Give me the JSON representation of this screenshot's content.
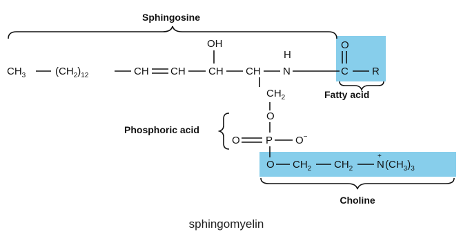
{
  "labels": {
    "sphingosine": "Sphingosine",
    "fatty_acid": "Fatty acid",
    "phosphoric_acid": "Phosphoric acid",
    "choline": "Choline",
    "caption": "sphingomyelin"
  },
  "atoms": {
    "ch3": "CH",
    "ch3_sub": "3",
    "ch2_chain_open": "(CH",
    "ch2_chain_sub": "2",
    "ch2_chain_close": ")",
    "ch2_chain_count": "12",
    "ch_1": "CH",
    "ch_2": "CH",
    "ch_oh": "CH",
    "ch_n": "CH",
    "n": "N",
    "h": "H",
    "oh": "OH",
    "carbonyl_c": "C",
    "carbonyl_o": "O",
    "r": "R",
    "ch2_link": "CH",
    "ch2_link_sub": "2",
    "o_link": "O",
    "p": "P",
    "o_double": "O",
    "o_minus": "O",
    "minus": "−",
    "o_choline": "O",
    "ch2_a": "CH",
    "ch2_a_sub": "2",
    "ch2_b": "CH",
    "ch2_b_sub": "2",
    "n_plus": "N",
    "plus": "+",
    "methyl_open": "(CH",
    "methyl_sub": "3",
    "methyl_close": ")",
    "methyl_count": "3"
  },
  "colors": {
    "highlight": "#87CEEB",
    "ink": "#111111"
  }
}
